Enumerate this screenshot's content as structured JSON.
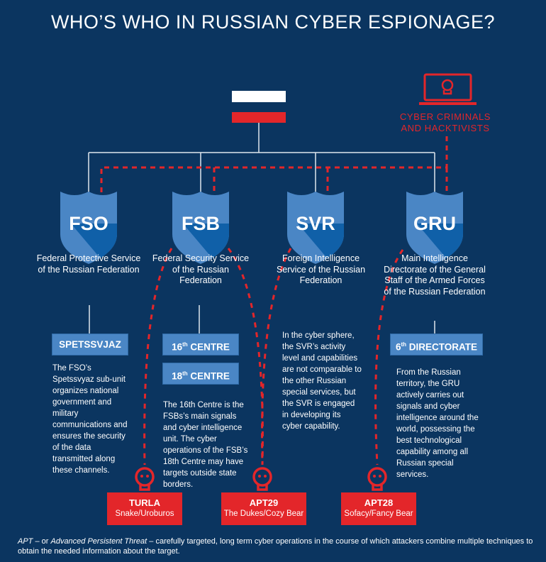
{
  "title": "WHO’S WHO IN RUSSIAN CYBER ESPIONAGE?",
  "cyber_criminals": {
    "line1": "CYBER CRIMINALS",
    "line2": "AND HACKTIVISTS",
    "icon": "laptop-skull-icon"
  },
  "agencies": [
    {
      "abbr": "FSO",
      "name": "Federal Protective Service of the Russian Federation",
      "unit": "SPETSSVJAZ",
      "text": "The FSO’s Spetssvyaz sub-unit organizes national government and military communications and ensures the security of the data transmitted along these channels."
    },
    {
      "abbr": "FSB",
      "name": "Federal Security Service of the Russian Federation",
      "units": [
        {
          "num": "16",
          "sup": "th",
          "label": "CENTRE"
        },
        {
          "num": "18",
          "sup": "th",
          "label": "CENTRE"
        }
      ],
      "text": "The 16th Centre is the FSBs’s main signals and cyber intelligence unit. The cyber operations of the FSB’s 18th Centre may have targets outside state borders."
    },
    {
      "abbr": "SVR",
      "name": "Foreign Intelligence Service of the Russian Federation",
      "text": "In the cyber sphere, the SVR’s activity level and capabilities are not comparable to the other Russian special services, but the SVR is engaged in developing its cyber capability."
    },
    {
      "abbr": "GRU",
      "name": "Main Intelligence Directorate of the General Staff of the Armed Forces of the Russian Federation",
      "unit": {
        "num": "6",
        "sup": "th",
        "label": "DIRECTORATE"
      },
      "text": "From the Russian territory, the GRU actively carries out signals and cyber intelligence around the world, possessing the best technological capability among all Russian special services."
    }
  ],
  "groups": [
    {
      "name": "TURLA",
      "alias": "Snake/Uroburos"
    },
    {
      "name": "APT29",
      "alias": "The Dukes/Cozy Bear"
    },
    {
      "name": "APT28",
      "alias": "Sofacy/Fancy Bear"
    }
  ],
  "footer": {
    "apt": "APT",
    "or": " – or ",
    "full": "Advanced Persistent Threat",
    "rest": " – carefully targeted, long term cyber operations in the course of which  attackers combine multiple techniques to obtain the needed information about the target."
  },
  "colors": {
    "background": "#0b3560",
    "shield_light": "#4a86c5",
    "shield_dark": "#1060a8",
    "red": "#e3262a"
  }
}
